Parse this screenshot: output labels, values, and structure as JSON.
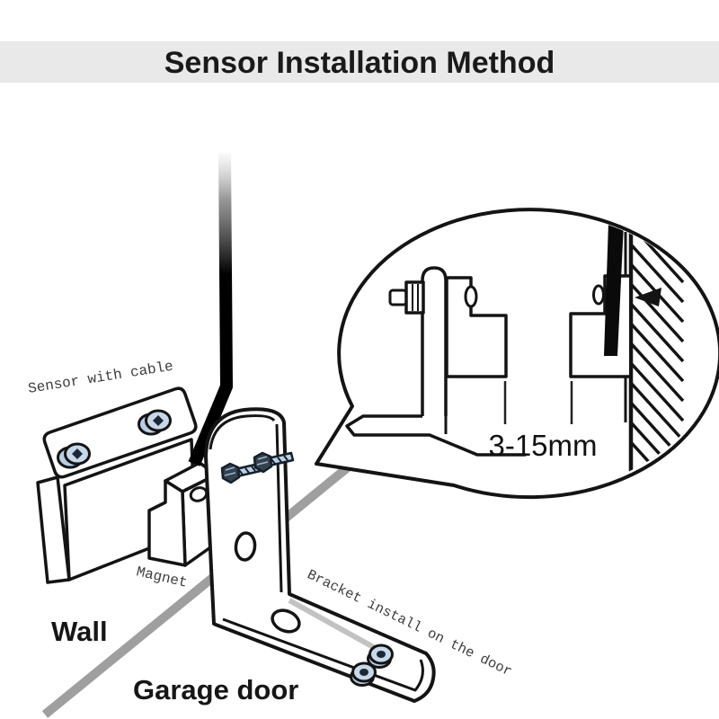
{
  "title": "Sensor Installation Method",
  "diagram": {
    "labels": {
      "sensor": "Sensor with cable",
      "magnet": "Magnet",
      "wall": "Wall",
      "garage_door": "Garage door",
      "bracket": "Bracket install on the door",
      "gap": "3-15mm"
    },
    "colors": {
      "title_band": "#e9e9e9",
      "outline": "#141414",
      "screw_blue": "#bcd1e4",
      "screw_dark": "#34414e",
      "boundary_gray": "#9f9f9f",
      "label_gray": "#3d3d3d",
      "magnet_bar": "#0a0a0a"
    }
  }
}
